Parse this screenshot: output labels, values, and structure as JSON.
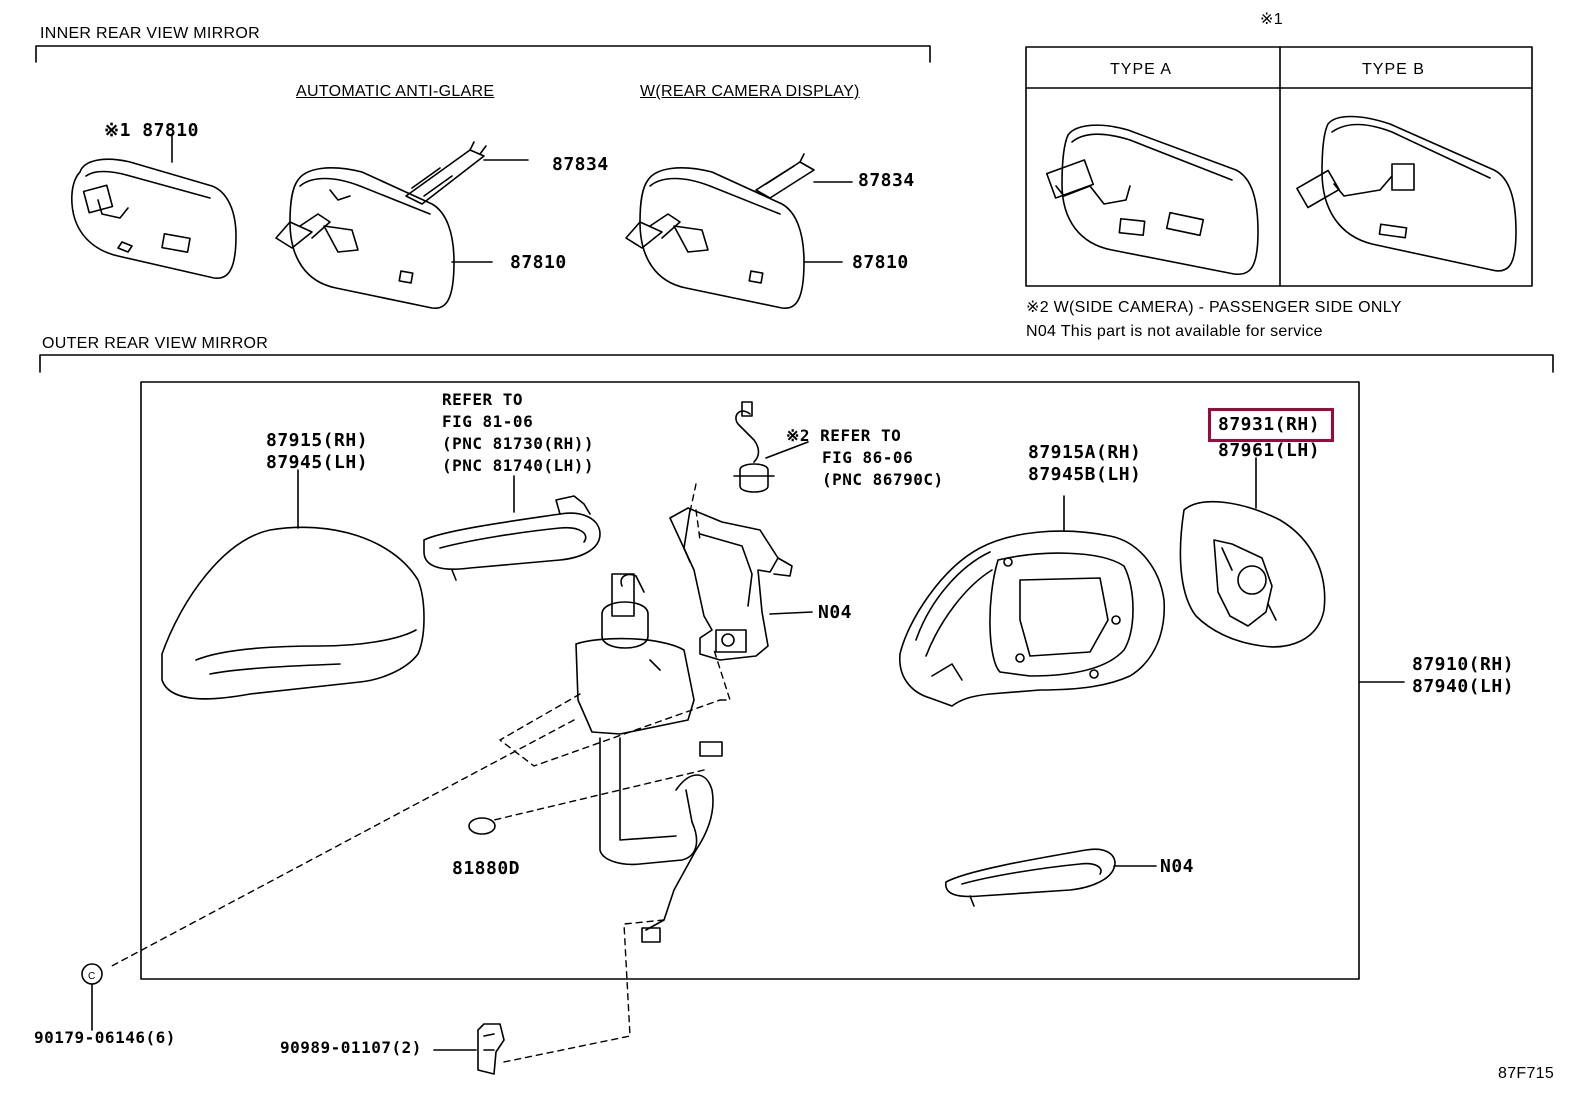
{
  "inner": {
    "section_title": "INNER REAR VIEW MIRROR",
    "automatic_label": "AUTOMATIC ANTI-GLARE",
    "camera_label": "W(REAR CAMERA DISPLAY)",
    "mirror1_note": "※1 87810",
    "part_87834_a": "87834",
    "part_87810_a": "87810",
    "part_87834_b": "87834",
    "part_87810_b": "87810"
  },
  "types": {
    "note_mark": "※1",
    "type_a": "TYPE A",
    "type_b": "TYPE B",
    "note2": "※2 W(SIDE CAMERA) - PASSENGER SIDE ONLY",
    "note_n04": "N04 This part is not available for service"
  },
  "outer": {
    "section_title": "OUTER REAR VIEW MIRROR",
    "cover_rh": "87915(RH)",
    "cover_lh": "87945(LH)",
    "refer1_l1": "REFER TO",
    "refer1_l2": "FIG 81-06",
    "refer1_l3": "(PNC 81730(RH))",
    "refer1_l4": "(PNC 81740(LH))",
    "refer2_l1": "※2 REFER TO",
    "refer2_l2": "FIG 86-06",
    "refer2_l3": "(PNC 86790C)",
    "n04_a": "N04",
    "housing_rh": "87915A(RH)",
    "housing_lh": "87945B(LH)",
    "glass_rh": "87931(RH)",
    "glass_lh": "87961(LH)",
    "assy_rh": "87910(RH)",
    "assy_lh": "87940(LH)",
    "part_81880d": "81880D",
    "n04_b": "N04",
    "screw": "90179-06146(6)",
    "clip": "90989-01107(2)",
    "fig_code": "87F715"
  },
  "highlight_color": "#a0063a"
}
